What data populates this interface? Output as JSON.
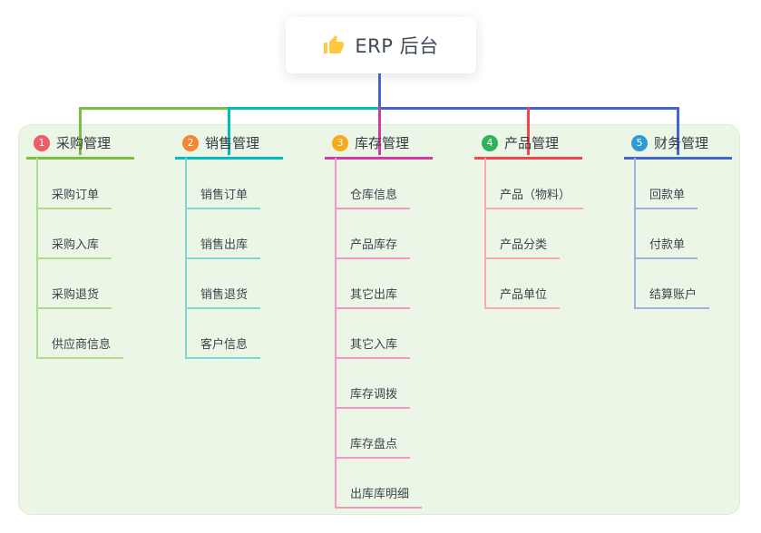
{
  "root": {
    "title": "ERP 后台",
    "icon": "thumbs-up-icon",
    "icon_color": "#FFC83D",
    "connector_color": "#4365D2"
  },
  "container": {
    "background": "#EBF6E6",
    "border": "#DCEED2"
  },
  "branches": [
    {
      "badge": "1",
      "badge_color": "#F25B68",
      "title": "采购管理",
      "line_color": "#7CBE42",
      "sub_line_color": "#AEDB8E",
      "items": [
        "采购订单",
        "采购入库",
        "采购退货",
        "供应商信息"
      ]
    },
    {
      "badge": "2",
      "badge_color": "#F58634",
      "title": "销售管理",
      "line_color": "#00BDBE",
      "sub_line_color": "#7FD8D4",
      "items": [
        "销售订单",
        "销售出库",
        "销售退货",
        "客户信息"
      ]
    },
    {
      "badge": "3",
      "badge_color": "#F9A91C",
      "title": "库存管理",
      "line_color": "#D9399F",
      "sub_line_color": "#F295C7",
      "items": [
        "仓库信息",
        "产品库存",
        "其它出库",
        "其它入库",
        "库存调拨",
        "库存盘点",
        "出库库明细"
      ]
    },
    {
      "badge": "4",
      "badge_color": "#2EB55C",
      "title": "产品管理",
      "line_color": "#F4454F",
      "sub_line_color": "#F9A9A6",
      "items": [
        "产品（物料）",
        "产品分类",
        "产品单位"
      ]
    },
    {
      "badge": "5",
      "badge_color": "#2E9BD8",
      "title": "财务管理",
      "line_color": "#4365D2",
      "sub_line_color": "#9DB0E2",
      "items": [
        "回款单",
        "付款单",
        "结算账户"
      ]
    }
  ]
}
